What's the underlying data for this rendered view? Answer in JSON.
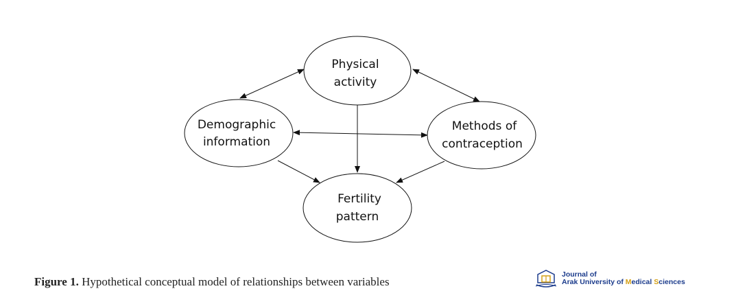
{
  "nodes": {
    "physical_activity": {
      "line1": "Physical",
      "line2": "activity"
    },
    "demographic_information": {
      "line1": "Demographic",
      "line2": "information"
    },
    "methods_of_contraception": {
      "line1": "Methods of",
      "line2": "contraception"
    },
    "fertility_pattern": {
      "line1": "Fertility",
      "line2": "pattern"
    }
  },
  "edges": [
    {
      "from": "demographic_information",
      "to": "physical_activity",
      "direction": "both"
    },
    {
      "from": "physical_activity",
      "to": "methods_of_contraception",
      "direction": "both"
    },
    {
      "from": "demographic_information",
      "to": "methods_of_contraception",
      "direction": "both"
    },
    {
      "from": "physical_activity",
      "to": "fertility_pattern",
      "direction": "forward"
    },
    {
      "from": "demographic_information",
      "to": "fertility_pattern",
      "direction": "forward"
    },
    {
      "from": "methods_of_contraception",
      "to": "fertility_pattern",
      "direction": "forward"
    }
  ],
  "caption": {
    "label": "Figure 1.",
    "text": " Hypothetical conceptual model of relationships between variables"
  },
  "logo": {
    "line1": "Journal of",
    "line2_a": "Arak University of ",
    "line2_m": "M",
    "line2_b": "edical ",
    "line2_s": "S",
    "line2_c": "ciences"
  }
}
